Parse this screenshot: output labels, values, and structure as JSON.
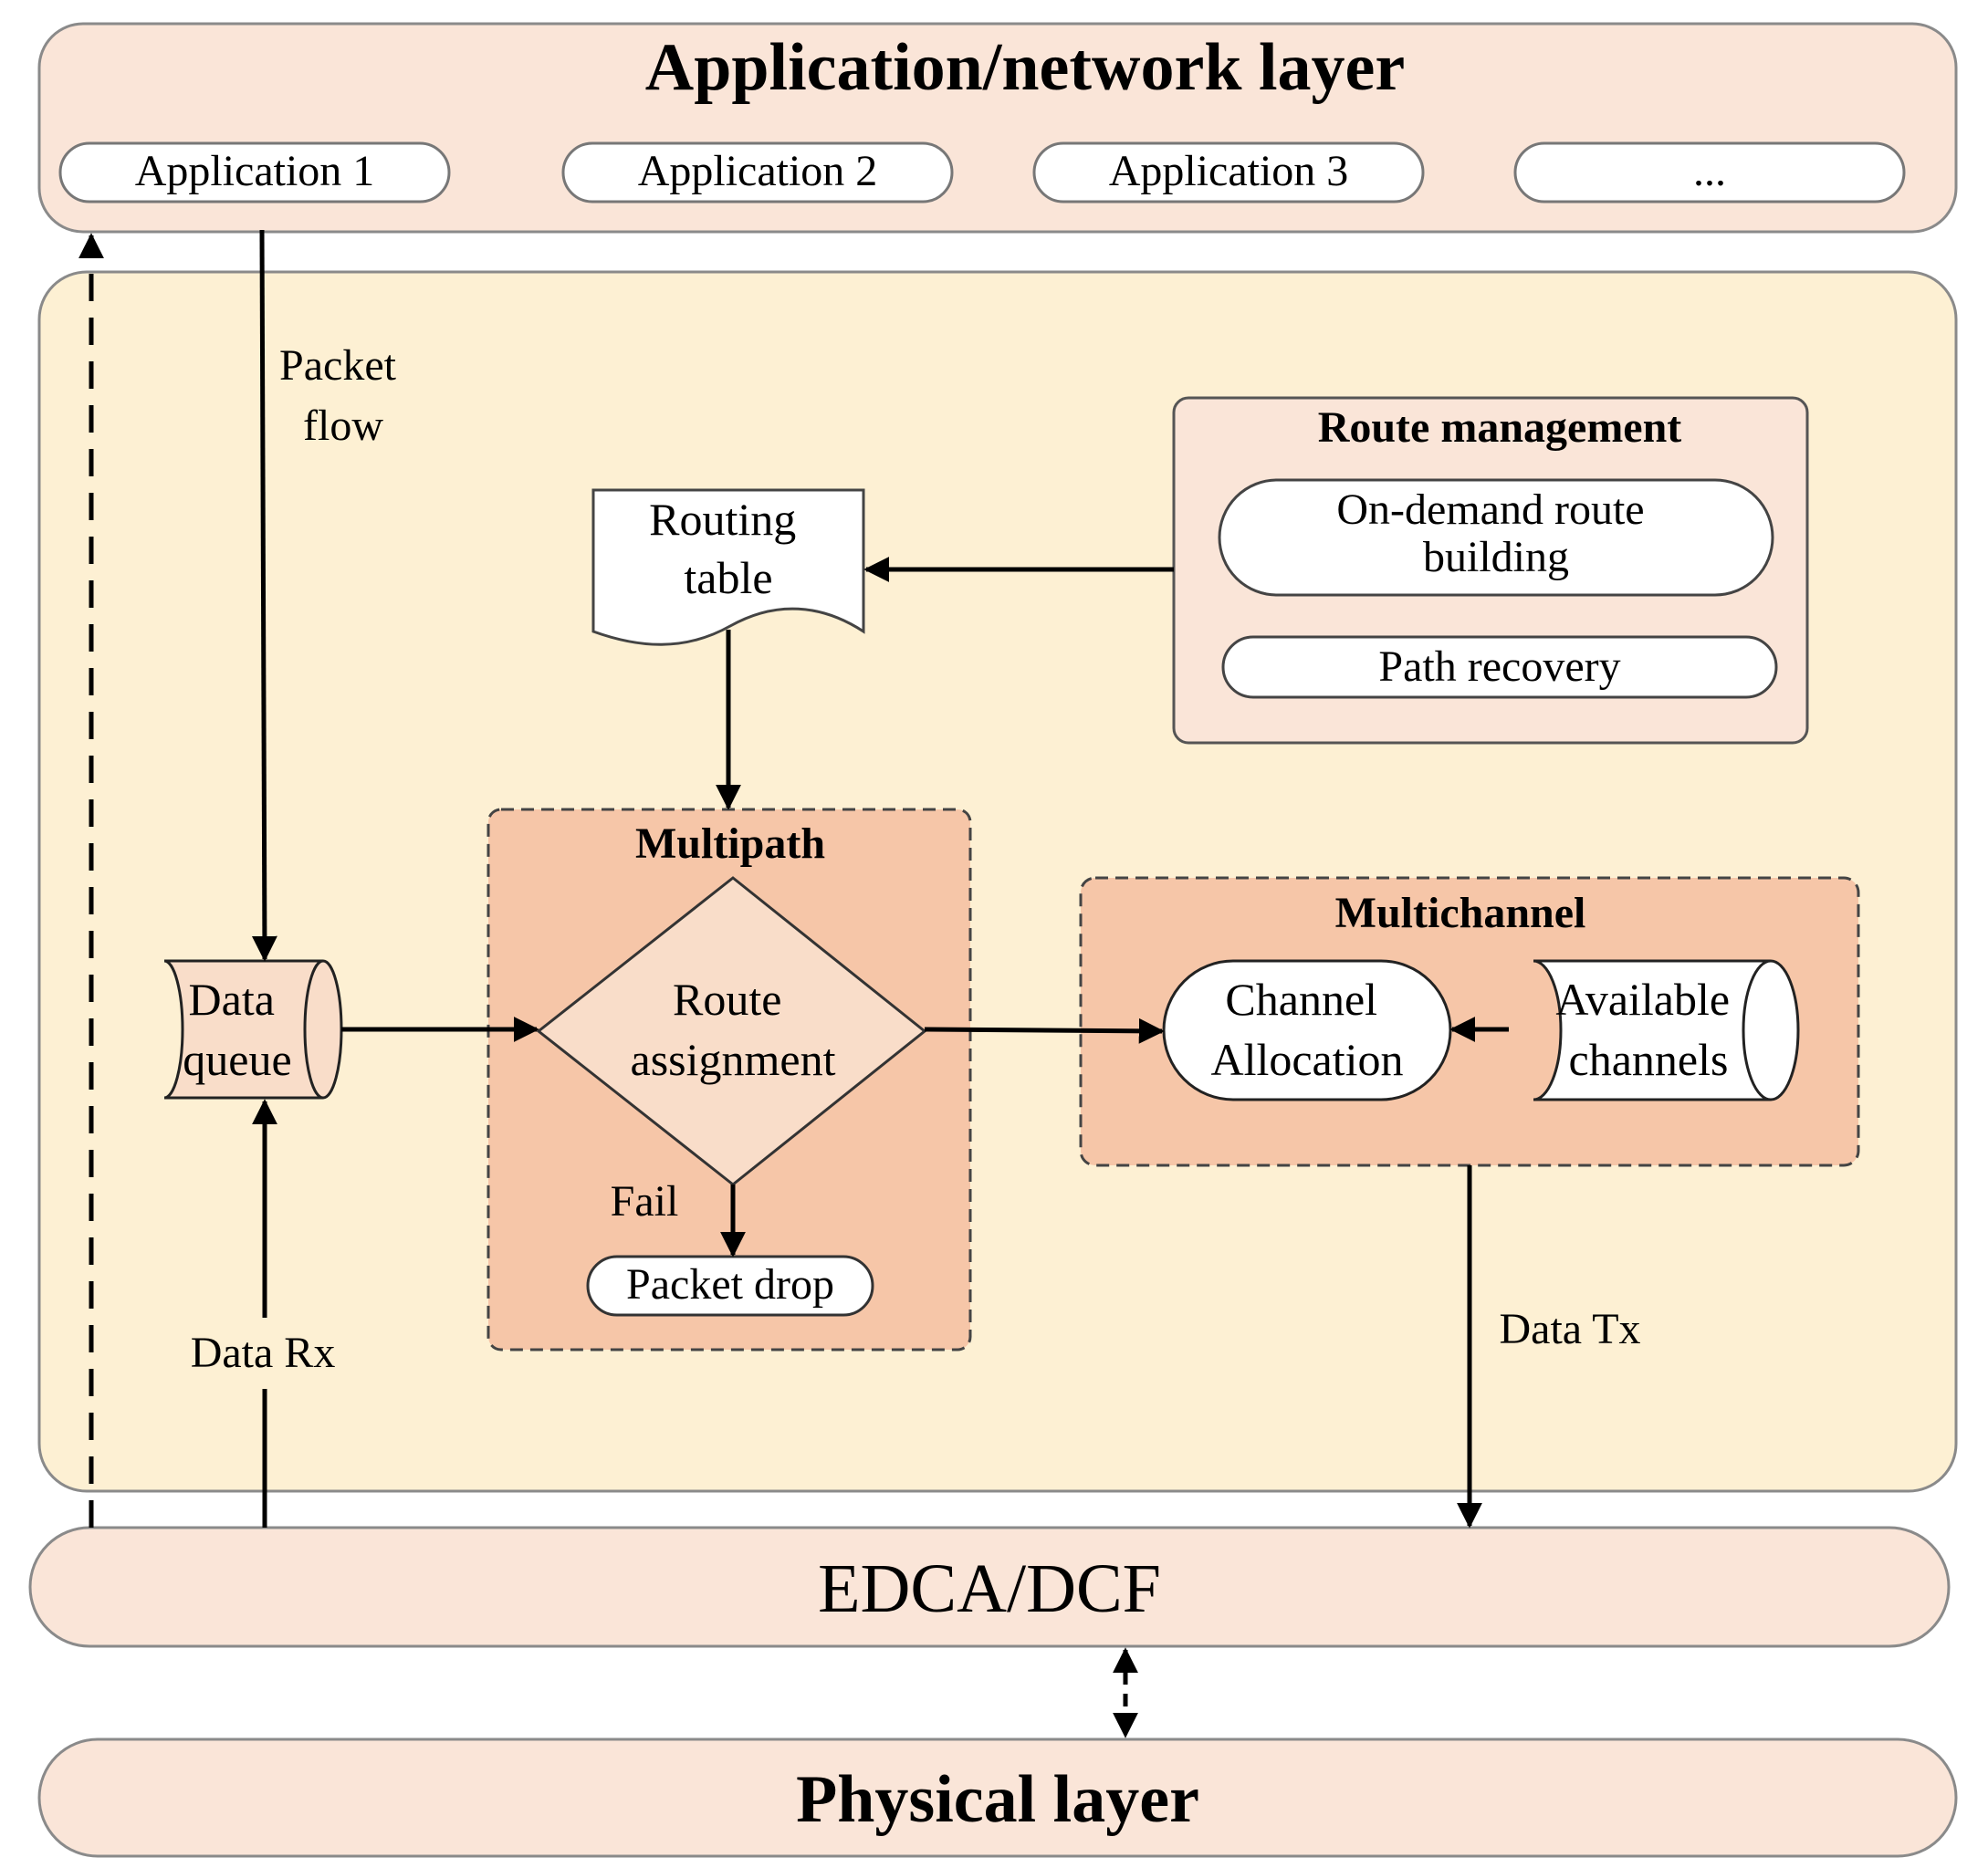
{
  "app_layer": {
    "title": "Application/network layer",
    "applications": [
      "Application 1",
      "Application 2",
      "Application 3",
      "..."
    ]
  },
  "flow_labels": {
    "packet_flow": [
      "Packet",
      "flow"
    ],
    "data_rx": "Data Rx",
    "data_tx": "Data Tx",
    "fail": "Fail"
  },
  "route_management": {
    "title": "Route management",
    "on_demand": [
      "On-demand route",
      "building"
    ],
    "path_recovery": "Path recovery"
  },
  "routing_table": [
    "Routing",
    "table"
  ],
  "data_queue": [
    "Data",
    "queue"
  ],
  "multipath": {
    "title": "Multipath",
    "route_assignment": [
      "Route",
      "assignment"
    ],
    "packet_drop": "Packet drop"
  },
  "multichannel": {
    "title": "Multichannel",
    "channel_allocation": [
      "Channel",
      "Allocation"
    ],
    "available_channels": [
      "Available",
      "channels"
    ]
  },
  "edca": "EDCA/DCF",
  "physical_layer": "Physical layer",
  "colors": {
    "layer_fill": "#fae5d8",
    "middle_fill": "#fdf0d3",
    "block_fill": "#f6c6a8",
    "light_fill": "#f9ddc9",
    "stroke": "#777777"
  }
}
